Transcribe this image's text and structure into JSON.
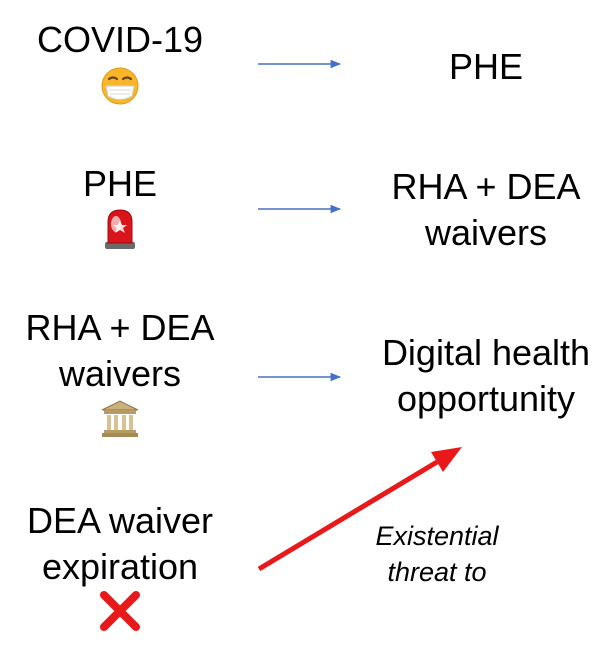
{
  "rows": [
    {
      "left": [
        "COVID-19"
      ],
      "icon": "face-with-medical-mask-icon",
      "right": [
        "PHE"
      ]
    },
    {
      "left": [
        "PHE"
      ],
      "icon": "police-siren-icon",
      "right": [
        "RHA + DEA",
        "waivers"
      ]
    },
    {
      "left": [
        "RHA + DEA",
        "waivers"
      ],
      "icon": "classical-building-icon",
      "right": [
        "Digital health",
        "opportunity"
      ]
    },
    {
      "left": [
        "DEA waiver",
        "expiration"
      ],
      "icon": "red-cross-mark-icon",
      "right": []
    }
  ],
  "annotation": [
    "Existential",
    "threat to"
  ],
  "colors": {
    "connector": "#4472c4",
    "threat": "#e8191b",
    "cross": "#e8191b"
  }
}
